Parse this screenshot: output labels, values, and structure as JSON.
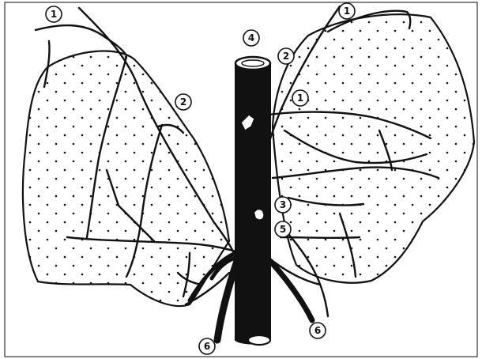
{
  "diagram": {
    "labels": [
      {
        "id": "1",
        "text": "1"
      },
      {
        "id": "2",
        "text": "2"
      },
      {
        "id": "3",
        "text": "3"
      },
      {
        "id": "4",
        "text": "4"
      },
      {
        "id": "5",
        "text": "5"
      },
      {
        "id": "6",
        "text": "6"
      }
    ],
    "colors": {
      "line": "#111111",
      "background": "#ffffff",
      "frame": "#333333"
    }
  }
}
